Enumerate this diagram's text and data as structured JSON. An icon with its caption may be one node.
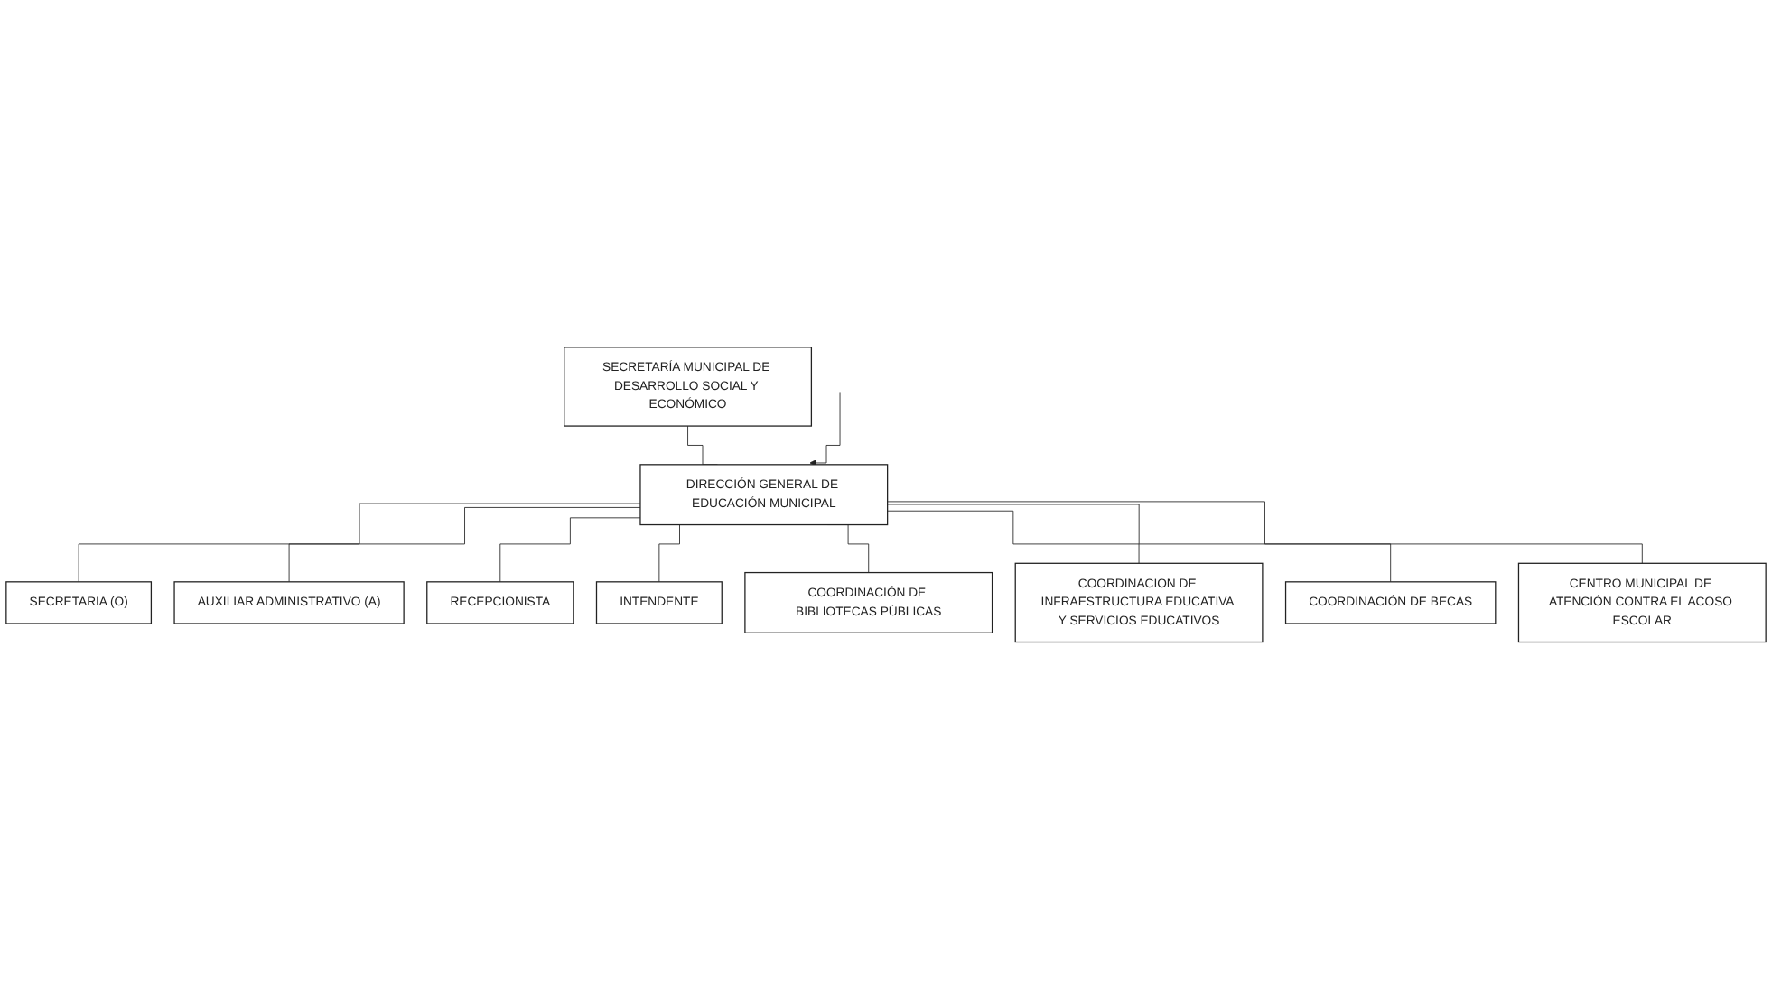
{
  "diagram": {
    "nodes": [
      {
        "text": [
          "SECRETARÍA MUNICIPAL DE DESARROLLO SOCIAL Y ECONÓMICO"
        ]
      },
      {
        "text": [
          "DIRECCIÓN GENERAL DE EDUCACIÓN MUNICIPAL"
        ]
      },
      {
        "text": [
          "SECRETARIA (O)"
        ]
      },
      {
        "text": [
          "AUXILIAR ADMINISTRATIVO (A)"
        ]
      },
      {
        "text": [
          "RECEPCIONISTA"
        ]
      },
      {
        "text": [
          "INTENDENTE"
        ]
      },
      {
        "text": [
          "COORDINACIÓN DE BIBLIOTECAS PÚBLICAS"
        ]
      },
      {
        "text": [
          "COORDINACION DE INFRAESTRUCTURA EDUCATIVA Y SERVICIOS EDUCATIVOS"
        ]
      },
      {
        "text": [
          "COORDINACIÓN DE BECAS"
        ]
      },
      {
        "text": [
          "CENTRO MUNICIPAL DE ATENCIÓN CONTRA EL ACOSO ESCOLAR"
        ]
      }
    ],
    "edges": [
      {
        "from": 0,
        "to": 1,
        "arrow": "none"
      },
      {
        "from": null,
        "to": 1,
        "arrow": "to"
      },
      {
        "from": 1,
        "to": 2,
        "arrow": "none"
      },
      {
        "from": 1,
        "to": 3,
        "arrow": "none"
      },
      {
        "from": 1,
        "to": 4,
        "arrow": "none"
      },
      {
        "from": 1,
        "to": 5,
        "arrow": "none"
      },
      {
        "from": 1,
        "to": 6,
        "arrow": "none"
      },
      {
        "from": 1,
        "to": 7,
        "arrow": "none"
      },
      {
        "from": 1,
        "to": 8,
        "arrow": "none"
      },
      {
        "from": 1,
        "to": 9,
        "arrow": "none"
      }
    ]
  }
}
